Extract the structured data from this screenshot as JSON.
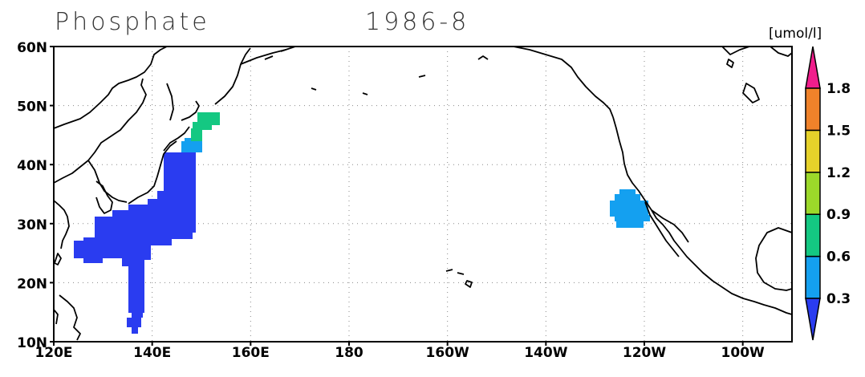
{
  "title": {
    "variable": "Phosphate",
    "date": "1986-8"
  },
  "units_label": "[umol/l]",
  "map": {
    "lat_ticks": [
      "10N",
      "20N",
      "30N",
      "40N",
      "50N",
      "60N"
    ],
    "lon_ticks": [
      "120E",
      "140E",
      "160E",
      "180",
      "160W",
      "140W",
      "120W",
      "100W"
    ],
    "lat_range": [
      10,
      60
    ],
    "lon_range_east": [
      120,
      270
    ],
    "grid": "dotted",
    "coastline_color": "#000000",
    "data_regions": [
      {
        "name": "kuroshio-region",
        "range_umol_l": [
          0.0,
          0.3
        ],
        "color": "#2a3cf0"
      },
      {
        "name": "off-honshu-northeast",
        "range_umol_l": [
          0.3,
          0.6
        ],
        "color": "#14a0f0"
      },
      {
        "name": "off-hokkaido-kurils",
        "range_umol_l": [
          0.6,
          0.9
        ],
        "color": "#14c882"
      },
      {
        "name": "off-baja-california",
        "range_umol_l": [
          0.3,
          0.6
        ],
        "color": "#14a0f0"
      }
    ]
  },
  "colorbar": {
    "levels": [
      "0.3",
      "0.6",
      "0.9",
      "1.2",
      "1.5",
      "1.8"
    ],
    "colors": [
      "#2a3cf0",
      "#14a0f0",
      "#14c882",
      "#9cd82a",
      "#e6d22a",
      "#f0822a",
      "#f01e8c"
    ]
  }
}
